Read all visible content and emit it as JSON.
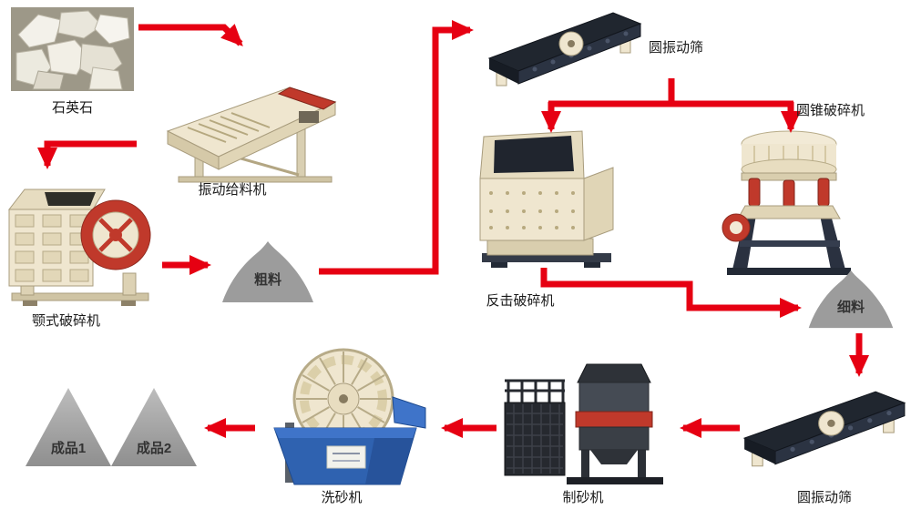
{
  "diagram": {
    "colors": {
      "arrow": "#e60012",
      "cream": "#efe6cf",
      "dark": "#232a36",
      "blue": "#2f62b0",
      "pile": "#9c9c9c",
      "red": "#c0392b"
    },
    "nodes": {
      "quartz": {
        "label": "石英石"
      },
      "feeder": {
        "label": "振动给料机"
      },
      "jaw_crusher": {
        "label": "颚式破碎机"
      },
      "coarse_pile": {
        "label": "粗料"
      },
      "screen_top": {
        "label": "圆振动筛"
      },
      "cone_crusher": {
        "label": "圆锥破碎机"
      },
      "impact_crusher": {
        "label": "反击破碎机"
      },
      "fine_pile": {
        "label": "细料"
      },
      "screen_bottom": {
        "label": "圆振动筛"
      },
      "sand_maker": {
        "label": "制砂机"
      },
      "sand_washer": {
        "label": "洗砂机"
      },
      "product_1": {
        "label": "成品1"
      },
      "product_2": {
        "label": "成品2"
      }
    }
  }
}
